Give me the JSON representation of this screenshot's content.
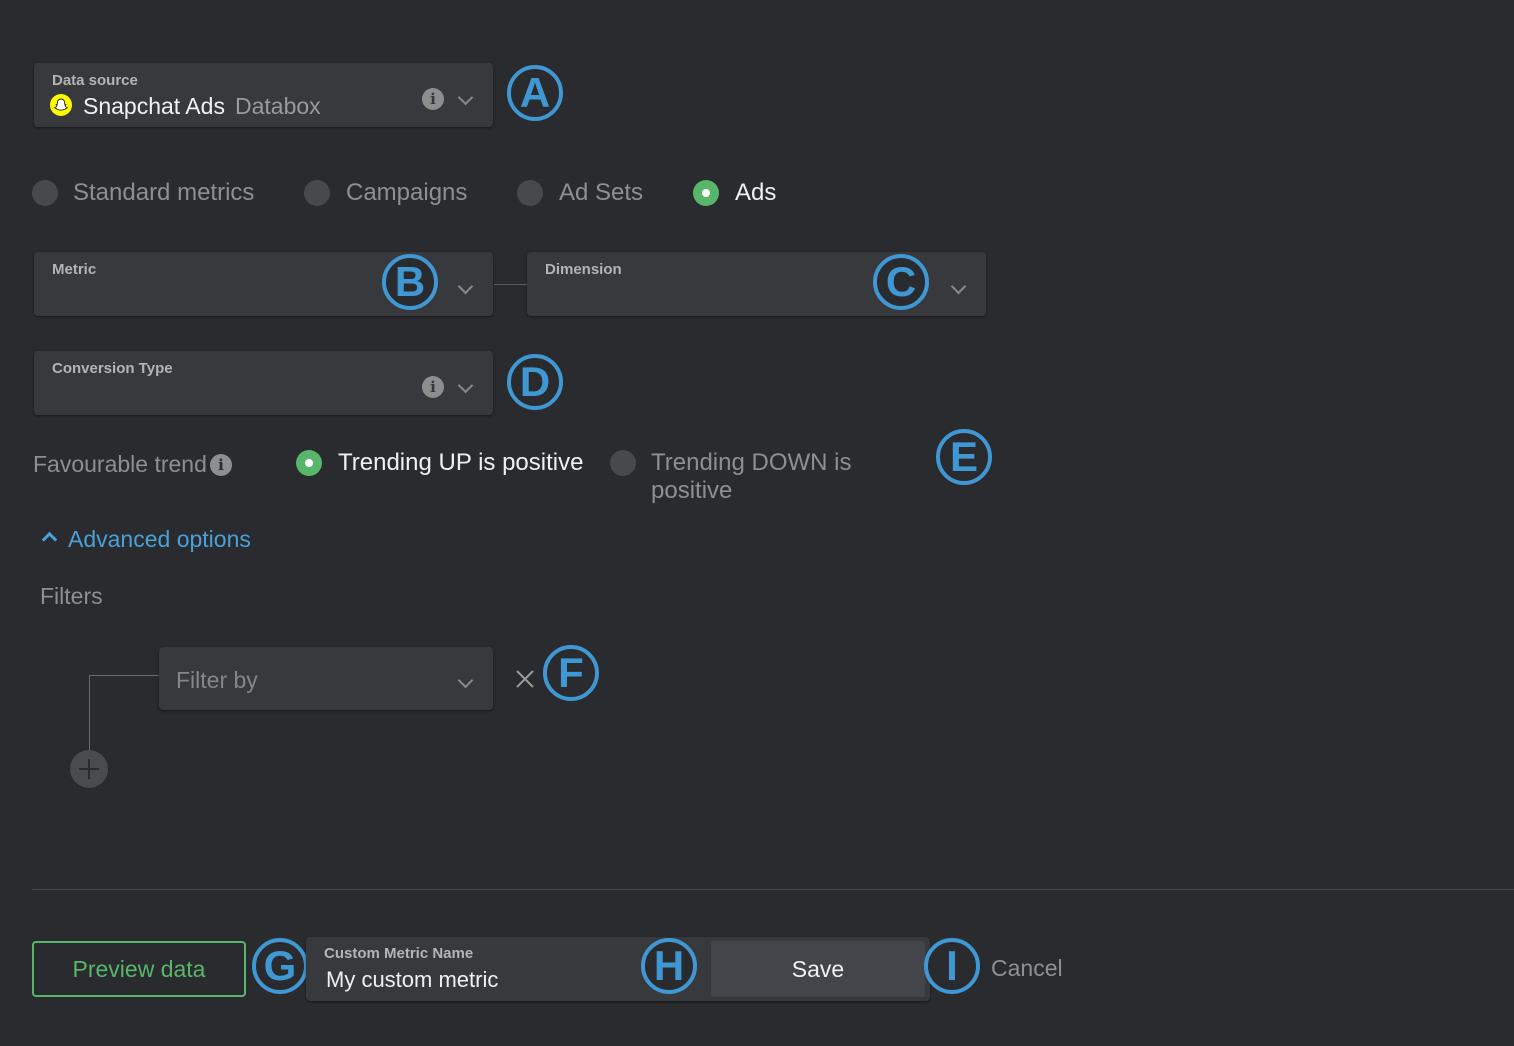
{
  "data_source": {
    "label": "Data source",
    "name": "Snapchat Ads",
    "account": "Databox",
    "logo_color": "#fffc00"
  },
  "tabs": [
    {
      "label": "Standard metrics",
      "selected": false
    },
    {
      "label": "Campaigns",
      "selected": false
    },
    {
      "label": "Ad Sets",
      "selected": false
    },
    {
      "label": "Ads",
      "selected": true
    }
  ],
  "metric": {
    "label": "Metric"
  },
  "dimension": {
    "label": "Dimension"
  },
  "conversion": {
    "label": "Conversion Type"
  },
  "trend": {
    "label": "Favourable trend",
    "up_label": "Trending UP is positive",
    "down_label": "Trending DOWN is positive",
    "selected": "up"
  },
  "advanced": {
    "label": "Advanced options"
  },
  "filters": {
    "label": "Filters",
    "placeholder": "Filter by"
  },
  "footer": {
    "preview_label": "Preview data",
    "name_label": "Custom Metric Name",
    "name_value": "My custom metric",
    "save_label": "Save",
    "cancel_label": "Cancel"
  },
  "callouts": [
    "A",
    "B",
    "C",
    "D",
    "E",
    "F",
    "G",
    "H",
    "I"
  ],
  "colors": {
    "background": "#2a2b2e",
    "field": "#38393c",
    "accent_green": "#58b66a",
    "link_blue": "#4aa0d8",
    "callout_blue": "#3f98d3"
  }
}
